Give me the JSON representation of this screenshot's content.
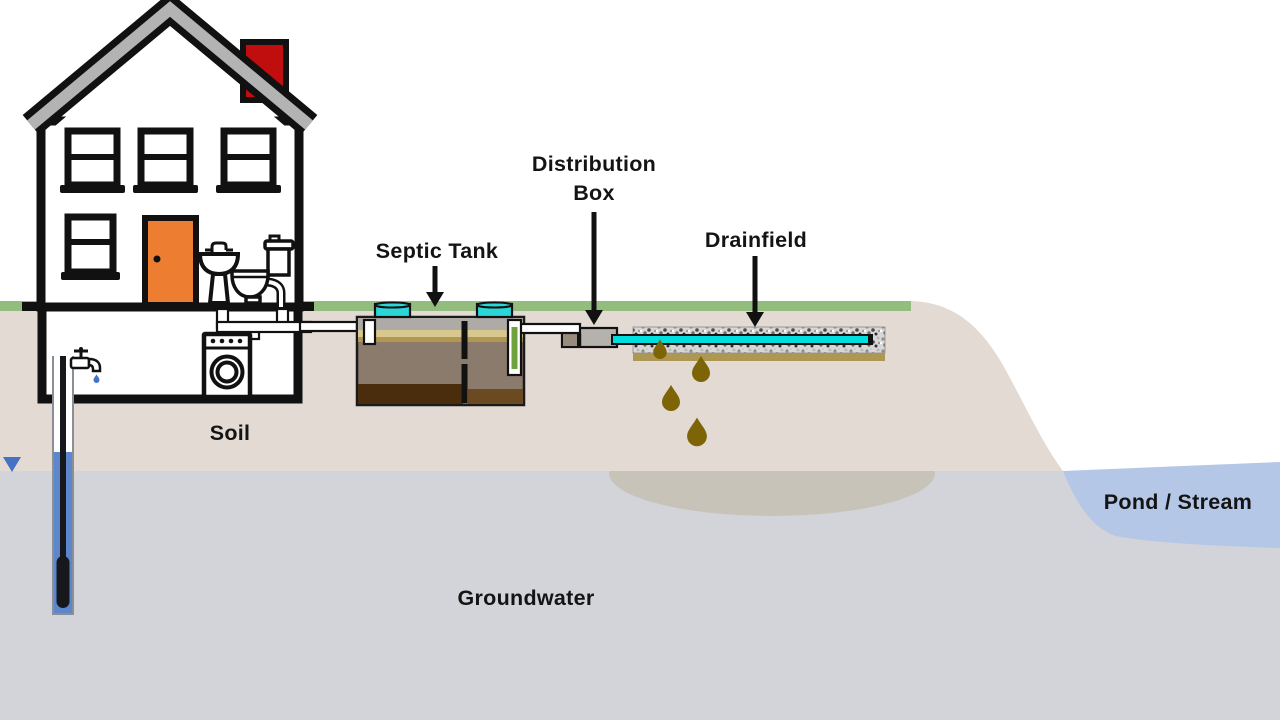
{
  "diagram": {
    "labels": {
      "septic_tank": "Septic Tank",
      "distribution_box": "Distribution Box",
      "drainfield": "Drainfield",
      "soil": "Soil",
      "groundwater": "Groundwater",
      "pond_stream": "Pond / Stream"
    },
    "colors": {
      "soil": "#e2dad3",
      "grass": "#93bd7d",
      "groundwater": "#d3d3da",
      "pond": "#b4c7e7",
      "plume": "#c7c3b9",
      "roof": "#b3b3b3",
      "chimney": "#c00d0d",
      "door": "#ed7d31",
      "riser_cyan": "#2bd6d6",
      "pipe_cyan": "#00dede",
      "tank_top_gray": "#aeaba7",
      "scum_light": "#d6c88f",
      "scum_dark": "#b2974f",
      "tank_liquid": "#8b7b6d",
      "sludge_left": "#4a2d0d",
      "sludge_right": "#6b4a22",
      "dbox_gray": "#b5b1ad",
      "dbox_taupe": "#998b7c",
      "filter_green": "#6da23e",
      "sand_under_gravel": "#ad9752",
      "drop_olive": "#7c6407",
      "well_water": "#5d87cc",
      "water_table_marker": "#4472c4",
      "drip_blue": "#3f74c9"
    }
  }
}
